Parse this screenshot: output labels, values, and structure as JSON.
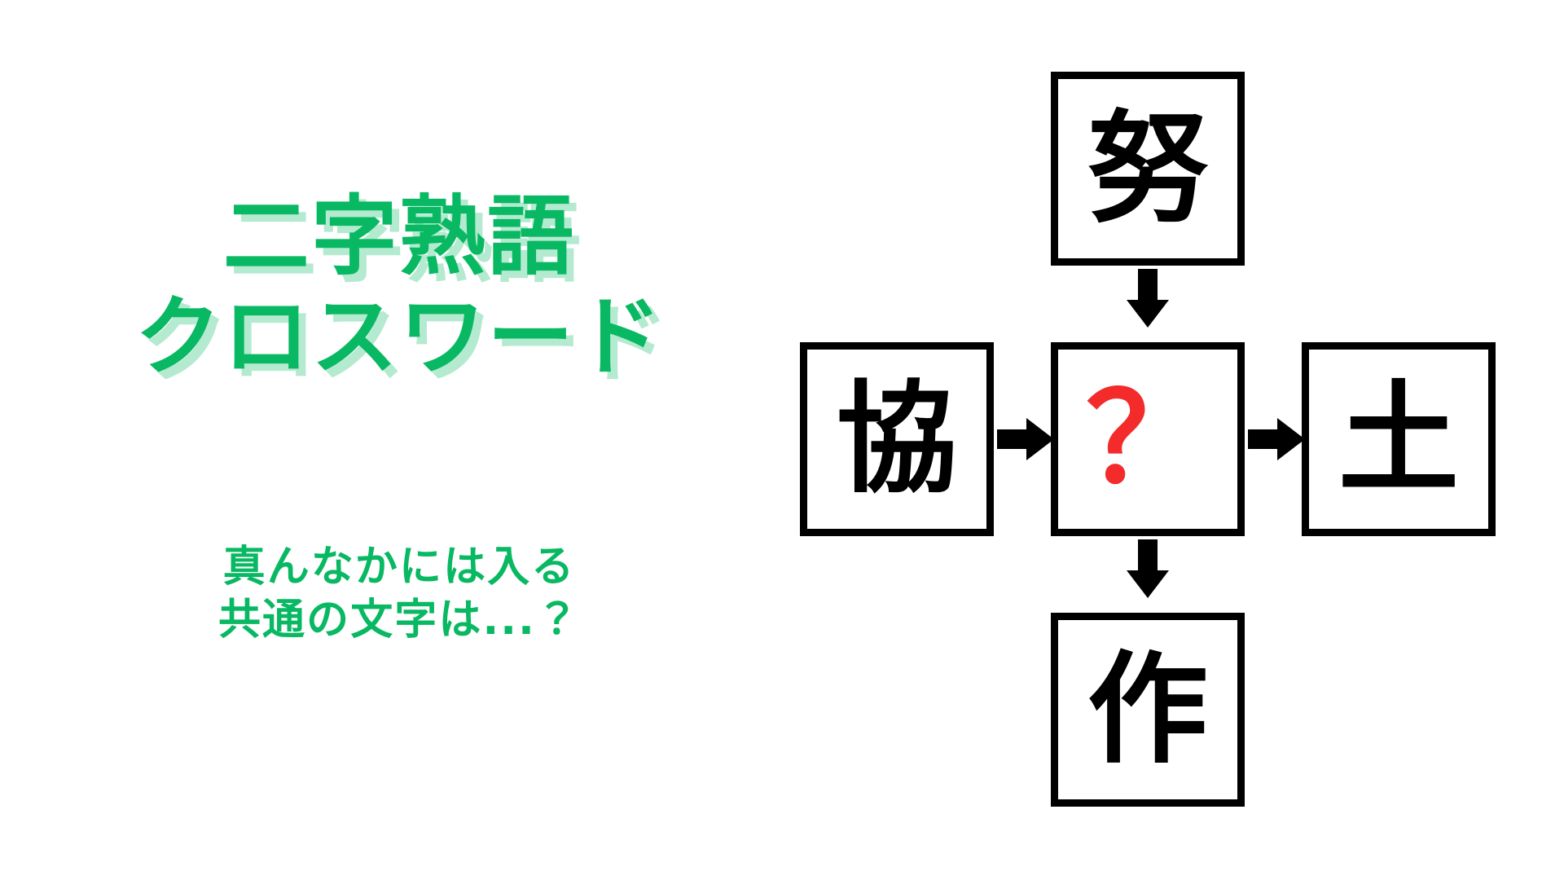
{
  "page": {
    "background_color": "#ffffff",
    "accent_green": "#08b862",
    "accent_green_shadow": "#9fe6c4",
    "unknown_red": "#f42b2b",
    "line_black": "#000000"
  },
  "title": {
    "line1": "二字熟語",
    "line2": "クロスワード"
  },
  "subtitle": {
    "line1": "真んなかには入る",
    "line2": "共通の文字は...？"
  },
  "puzzle": {
    "type": "kanji-crossword",
    "cells": {
      "top": {
        "char": "努",
        "state": "given"
      },
      "left": {
        "char": "協",
        "state": "given"
      },
      "center": {
        "char": "？",
        "state": "unknown"
      },
      "right": {
        "char": "土",
        "state": "given"
      },
      "bottom": {
        "char": "作",
        "state": "given"
      }
    },
    "arrows": [
      {
        "name": "arrow-top-center",
        "from": "top",
        "to": "center",
        "direction": "down"
      },
      {
        "name": "arrow-left-center",
        "from": "left",
        "to": "center",
        "direction": "right"
      },
      {
        "name": "arrow-center-right",
        "from": "center",
        "to": "right",
        "direction": "right"
      },
      {
        "name": "arrow-center-bottom",
        "from": "center",
        "to": "bottom",
        "direction": "down"
      }
    ]
  }
}
